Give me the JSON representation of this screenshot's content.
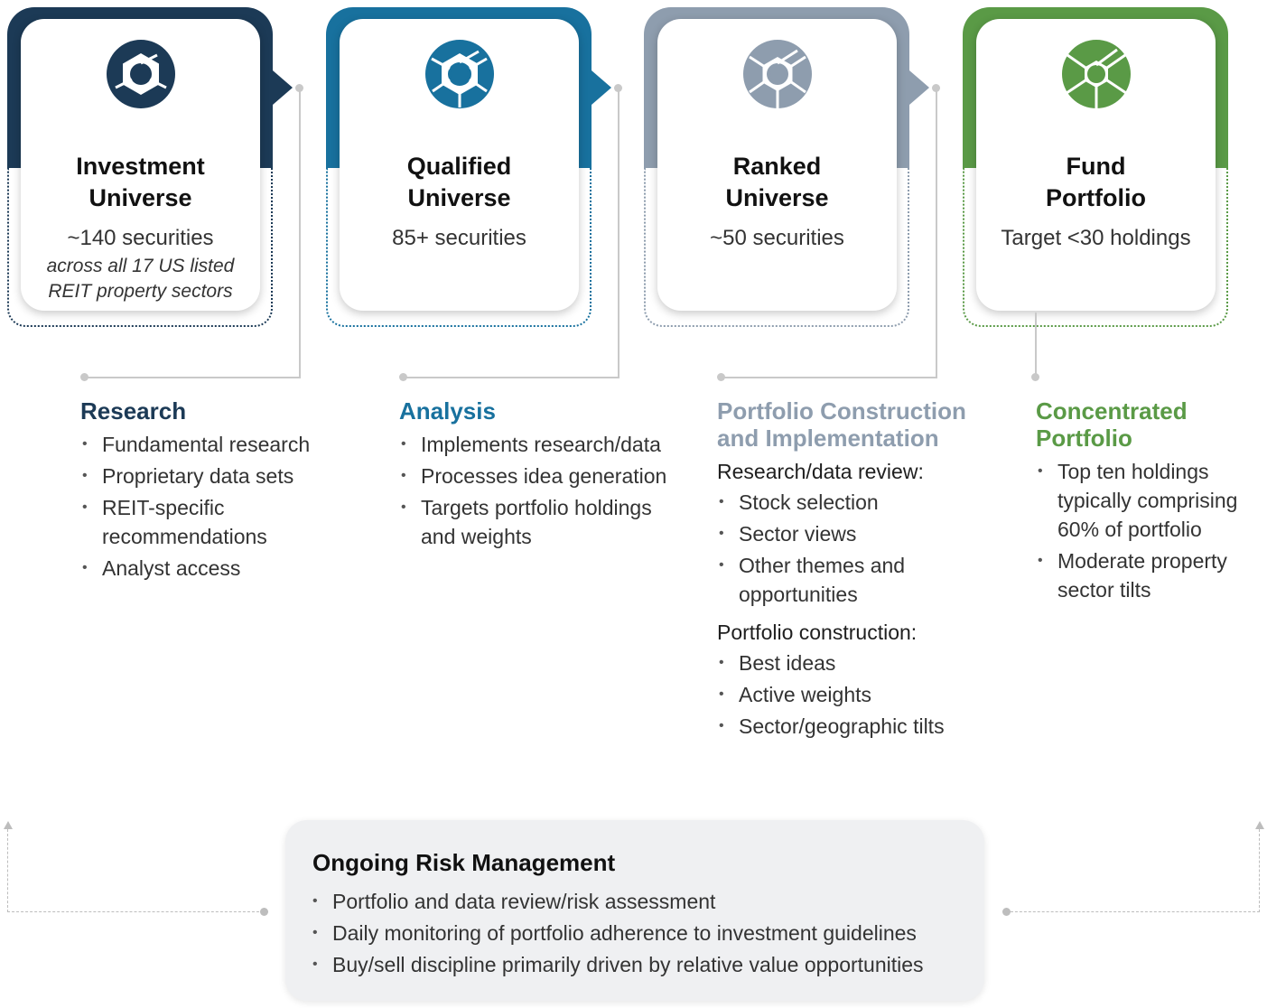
{
  "colors": {
    "navy": "#1c3a56",
    "blue": "#18719e",
    "gray": "#8e9dae",
    "green": "#5a9a46",
    "connector": "#c9c9c9",
    "risk_bg": "#eff0f2"
  },
  "stages": [
    {
      "title_line1": "Investment",
      "title_line2": "Universe",
      "subtitle": "~140 securities",
      "note_line1": "across all 17 US listed",
      "note_line2": "REIT property sectors",
      "icon": "aperture-icon"
    },
    {
      "title_line1": "Qualified",
      "title_line2": "Universe",
      "subtitle": "85+ securities",
      "icon": "aperture-icon"
    },
    {
      "title_line1": "Ranked",
      "title_line2": "Universe",
      "subtitle": "~50 securities",
      "icon": "aperture-icon"
    },
    {
      "title_line1": "Fund",
      "title_line2": "Portfolio",
      "subtitle": "Target <30 holdings",
      "icon": "aperture-icon"
    }
  ],
  "details": {
    "research": {
      "heading": "Research",
      "bullets": [
        "Fundamental research",
        "Proprietary data sets",
        "REIT-specific recommendations",
        "Analyst access"
      ]
    },
    "analysis": {
      "heading": "Analysis",
      "bullets": [
        "Implements research/data",
        "Processes idea generation",
        "Targets portfolio holdings and weights"
      ]
    },
    "construction": {
      "heading_line1": "Portfolio Construction",
      "heading_line2": "and Implementation",
      "sub1": "Research/data review:",
      "bullets1": [
        "Stock selection",
        "Sector views",
        "Other themes and opportunities"
      ],
      "sub2": "Portfolio construction:",
      "bullets2": [
        "Best ideas",
        "Active weights",
        "Sector/geographic tilts"
      ]
    },
    "concentrated": {
      "heading_line1": "Concentrated",
      "heading_line2": "Portfolio",
      "bullets": [
        "Top ten holdings typically comprising 60% of portfolio",
        "Moderate property sector tilts"
      ]
    }
  },
  "risk": {
    "title": "Ongoing Risk Management",
    "bullets": [
      "Portfolio and data review/risk assessment",
      "Daily monitoring of portfolio adherence to investment guidelines",
      "Buy/sell discipline primarily driven by relative value opportunities"
    ]
  }
}
